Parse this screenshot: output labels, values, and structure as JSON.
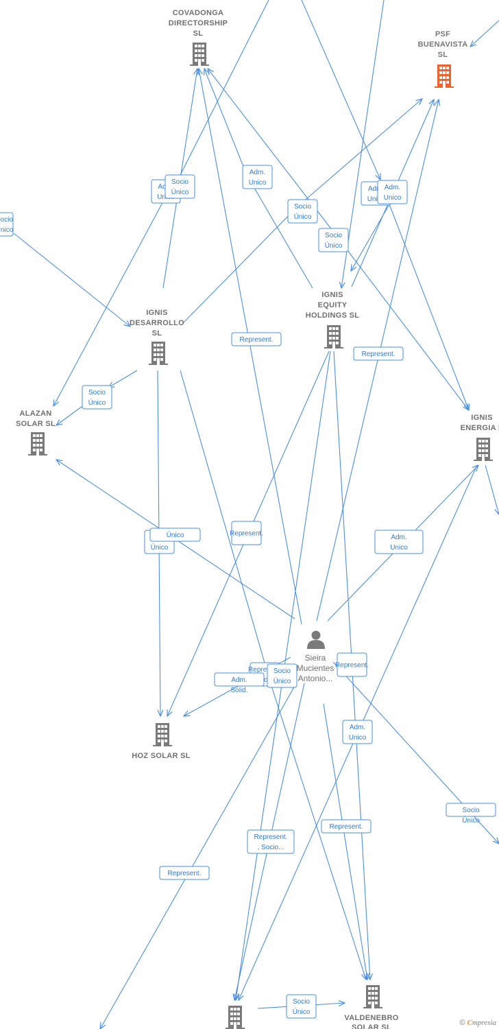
{
  "colors": {
    "edge": "#4a8fe0",
    "company": "#7a7a7a",
    "highlight": "#f0622d",
    "person": "#7a7a7a"
  },
  "nodes": [
    {
      "id": "covadonga",
      "type": "company",
      "icon": "building-icon",
      "label": [
        "COVADONGA",
        "DIRECTORSHIP",
        "SL"
      ]
    },
    {
      "id": "psf",
      "type": "company",
      "icon": "building-icon",
      "highlight": true,
      "label": [
        "PSF",
        "BUENAVISTA",
        "SL"
      ]
    },
    {
      "id": "ignis_des",
      "type": "company",
      "icon": "building-icon",
      "label": [
        "IGNIS",
        "DESARROLLO",
        "SL"
      ]
    },
    {
      "id": "ignis_eq",
      "type": "company",
      "icon": "building-icon",
      "label": [
        "IGNIS",
        "EQUITY",
        "HOLDINGS  SL"
      ]
    },
    {
      "id": "alazan",
      "type": "company",
      "icon": "building-icon",
      "label": [
        "ALAZAN",
        "SOLAR  SL"
      ]
    },
    {
      "id": "ignis_en",
      "type": "company",
      "icon": "building-icon",
      "label": [
        "IGNIS",
        "ENERGIA  S"
      ]
    },
    {
      "id": "hoz",
      "type": "company",
      "icon": "building-icon",
      "label": [
        "HOZ SOLAR SL"
      ]
    },
    {
      "id": "sieira",
      "type": "person",
      "icon": "person-icon",
      "label": [
        "Sieira",
        "Mucientes",
        "Antonio..."
      ]
    },
    {
      "id": "valdenebro",
      "type": "company",
      "icon": "building-icon",
      "label": [
        "VALDENEBRO",
        "SOLAR SL"
      ]
    },
    {
      "id": "bottom",
      "type": "company",
      "icon": "building-icon",
      "label": []
    }
  ],
  "edge_labels": [
    [
      "Adm.",
      "Unico"
    ],
    [
      "Socio",
      "Único"
    ],
    [
      "Adm.",
      "Unico"
    ],
    [
      "Socio",
      "Único"
    ],
    [
      "Socio",
      "Único"
    ],
    [
      "Adm.",
      "Unico"
    ],
    [
      "Adm.",
      "Unico"
    ],
    [
      "Socio",
      "Único"
    ],
    [
      "Socio",
      "Único"
    ],
    [
      "Represent."
    ],
    [
      "Represent."
    ],
    [
      "Socio",
      "Único"
    ],
    [
      "Único"
    ],
    [
      "Represent."
    ],
    [
      "Adm.",
      "Unico"
    ],
    [
      "Represent.",
      ", Socio..."
    ],
    [
      "Socio",
      "Único"
    ],
    [
      "Adm.",
      "Solid."
    ],
    [
      "Represent."
    ],
    [
      "Adm.",
      "Unico"
    ],
    [
      "Socio",
      "Único"
    ],
    [
      "Represent."
    ],
    [
      "Represent.",
      ", Socio..."
    ],
    [
      "Represent."
    ],
    [
      "Represent."
    ],
    [
      "Socio",
      "Único"
    ]
  ],
  "brand": {
    "copyright": "©",
    "initial": "C",
    "name": "mpresia"
  }
}
